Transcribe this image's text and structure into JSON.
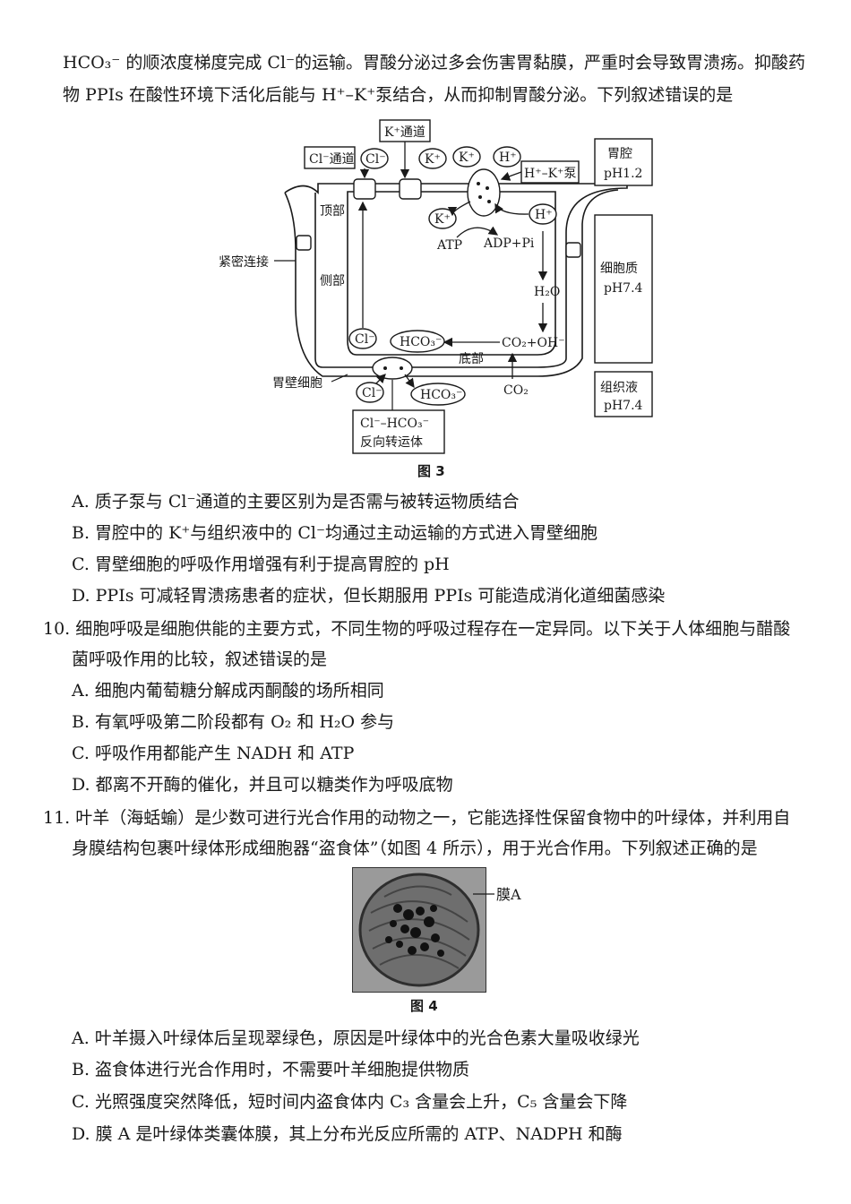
{
  "intro": {
    "line1": "HCO₃⁻ 的顺浓度梯度完成 Cl⁻的运输。胃酸分泌过多会伤害胃黏膜，严重时会导致胃溃疡。抑酸药",
    "line2": "物 PPIs 在酸性环境下活化后能与 H⁺–K⁺泵结合，从而抑制胃酸分泌。下列叙述错误的是"
  },
  "fig3": {
    "caption": "图 3",
    "labels": {
      "k_channel": "K⁺通道",
      "cl_channel": "Cl⁻通道",
      "cl_ion": "Cl⁻",
      "k_ion": "K⁺",
      "h_ion": "H⁺",
      "pump": "H⁺–K⁺泵",
      "lumen": "胃腔",
      "lumen_ph": "pH1.2",
      "apical": "顶部",
      "tight_junction": "紧密连接",
      "lateral": "侧部",
      "atp": "ATP",
      "adp": "ADP+Pi",
      "h2o": "H₂O",
      "cytoplasm": "细胞质",
      "cytoplasm_ph": "pH7.4",
      "hco3": "HCO₃⁻",
      "co2_oh": "CO₂+OH⁻",
      "basal": "底部",
      "co2": "CO₂",
      "parietal_cell": "胃壁细胞",
      "tissue_fluid": "组织液",
      "tissue_ph": "pH7.4",
      "antiporter_1": "Cl⁻–HCO₃⁻",
      "antiporter_2": "反向转运体"
    }
  },
  "q9_options": [
    "A. 质子泵与 Cl⁻通道的主要区别为是否需与被转运物质结合",
    "B. 胃腔中的 K⁺与组织液中的 Cl⁻均通过主动运输的方式进入胃壁细胞",
    "C. 胃壁细胞的呼吸作用增强有利于提高胃腔的 pH",
    "D. PPIs 可减轻胃溃疡患者的症状，但长期服用 PPIs 可能造成消化道细菌感染"
  ],
  "q10": {
    "line1": "10. 细胞呼吸是细胞供能的主要方式，不同生物的呼吸过程存在一定异同。以下关于人体细胞与醋酸",
    "line2": "菌呼吸作用的比较，叙述错误的是",
    "options": [
      "A. 细胞内葡萄糖分解成丙酮酸的场所相同",
      "B. 有氧呼吸第二阶段都有 O₂ 和 H₂O 参与",
      "C. 呼吸作用都能产生 NADH 和 ATP",
      "D. 都离不开酶的催化，并且可以糖类作为呼吸底物"
    ]
  },
  "q11": {
    "line1": "11. 叶羊（海蛞蝓）是少数可进行光合作用的动物之一，它能选择性保留食物中的叶绿体，并利用自",
    "line2": "身膜结构包裹叶绿体形成细胞器“盗食体”（如图 4 所示），用于光合作用。下列叙述正确的是",
    "fig4_label": "膜A",
    "fig4_caption": "图 4",
    "options": [
      "A. 叶羊摄入叶绿体后呈现翠绿色，原因是叶绿体中的光合色素大量吸收绿光",
      "B. 盗食体进行光合作用时，不需要叶羊细胞提供物质",
      "C. 光照强度突然降低，短时间内盗食体内 C₃ 含量会上升，C₅ 含量会下降",
      "D. 膜 A 是叶绿体类囊体膜，其上分布光反应所需的 ATP、NADPH 和酶"
    ]
  }
}
